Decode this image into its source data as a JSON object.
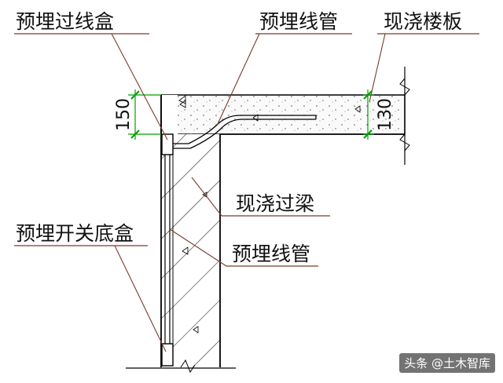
{
  "labels": {
    "embedded_junction_box": "预埋过线盒",
    "embedded_conduit_top": "预埋线管",
    "cast_in_place_slab": "现浇楼板",
    "cast_in_place_lintel": "现浇过梁",
    "embedded_switch_box": "预埋开关底盒",
    "embedded_conduit_side": "预埋线管"
  },
  "dimensions": {
    "box_height": "150",
    "slab_thickness": "130"
  },
  "watermark": "头条 @土木智库",
  "colors": {
    "line": "#000000",
    "leader": "#7a3b2e",
    "dimension": "#00a000",
    "concrete_fill": "#f2f2f2"
  }
}
